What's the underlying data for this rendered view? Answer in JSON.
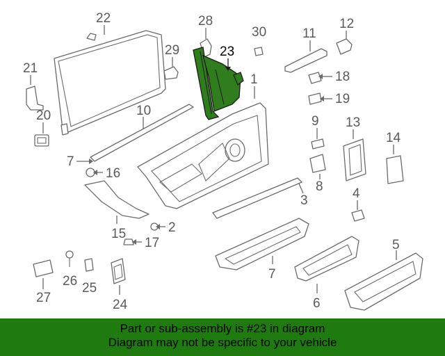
{
  "diagram": {
    "highlight_color": "#2f7d1c",
    "highlight_part": "23",
    "callouts": {
      "c1": "1",
      "c2": "2",
      "c3": "3",
      "c4": "4",
      "c5": "5",
      "c6": "6",
      "c7a": "7",
      "c7b": "7",
      "c8": "8",
      "c9": "9",
      "c10": "10",
      "c11": "11",
      "c12": "12",
      "c13": "13",
      "c14": "14",
      "c15": "15",
      "c16": "16",
      "c17": "17",
      "c18": "18",
      "c19": "19",
      "c20": "20",
      "c21": "21",
      "c22": "22",
      "c23": "23",
      "c24": "24",
      "c25": "25",
      "c26": "26",
      "c27": "27",
      "c28": "28",
      "c29": "29",
      "c30": "30"
    }
  },
  "banner": {
    "background": "#1f7a10",
    "line1": "Part or sub-assembly is #23 in diagram",
    "line2": "Diagram may not be specific to your vehicle"
  }
}
